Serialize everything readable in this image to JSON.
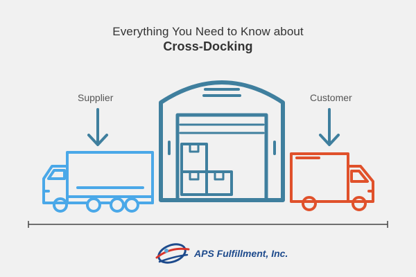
{
  "header": {
    "line1": "Everything You Need to Know about",
    "line2": "Cross-Docking"
  },
  "labels": {
    "supplier": "Supplier",
    "customer": "Customer"
  },
  "logo": {
    "name": "APS Fulfillment, Inc."
  },
  "colors": {
    "supplier_truck": "#4aa8e8",
    "warehouse": "#3f7f9e",
    "customer_truck": "#e0512b",
    "arrow": "#3f7f9e",
    "ground_line": "#444444",
    "logo_blue": "#1d4a8c",
    "logo_red": "#d8342a"
  },
  "icons": {
    "supplier": "delivery-truck-icon",
    "warehouse": "warehouse-icon",
    "customer": "delivery-van-icon",
    "logo": "aps-swoosh-logo"
  }
}
